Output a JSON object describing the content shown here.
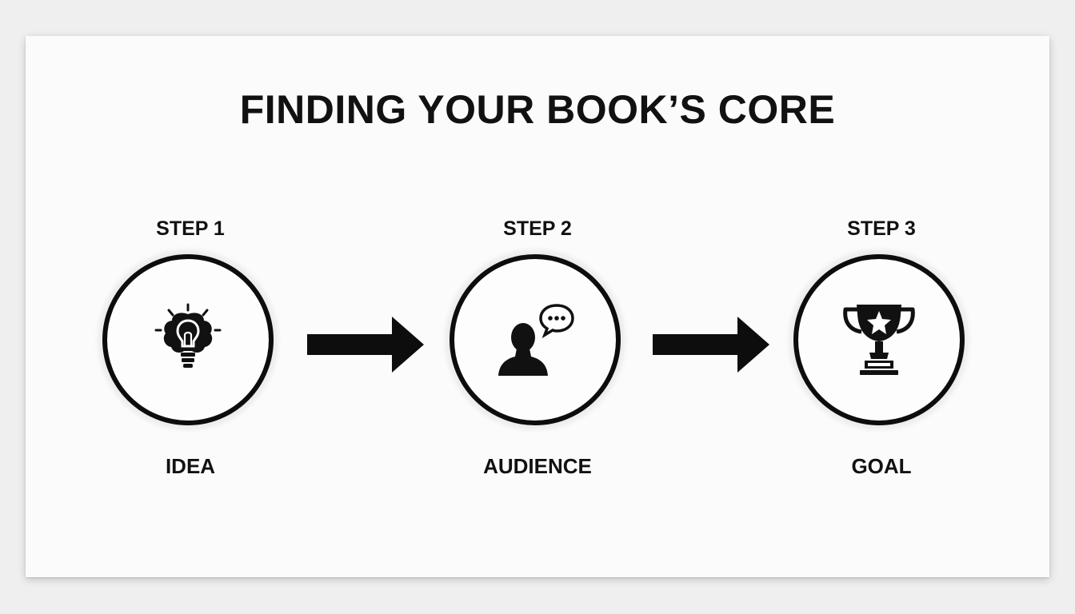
{
  "title": "FINDING YOUR BOOK’S CORE",
  "steps": [
    {
      "label": "STEP 1",
      "name": "IDEA",
      "icon": "lightbulb-brain-icon"
    },
    {
      "label": "STEP 2",
      "name": "AUDIENCE",
      "icon": "person-speech-bubble-icon"
    },
    {
      "label": "STEP 3",
      "name": "GOAL",
      "icon": "trophy-star-icon"
    }
  ],
  "colors": {
    "ink": "#111111",
    "background": "#efefef",
    "card": "#fbfbfb"
  }
}
